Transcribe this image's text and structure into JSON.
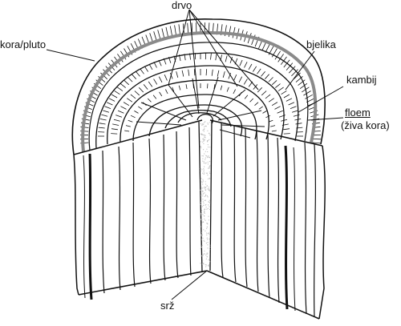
{
  "labels": {
    "drvo": "drvo",
    "kora": "kora/pluto",
    "bjelika": "bjelika",
    "kambij": "kambij",
    "floem": "floem",
    "floem_sub": "(živa kora)",
    "srz": "srž"
  },
  "colors": {
    "outline": "#111111",
    "cambium": "#8a8a8a",
    "pith_stipple": "#bdbdbd",
    "background": "#ffffff"
  }
}
